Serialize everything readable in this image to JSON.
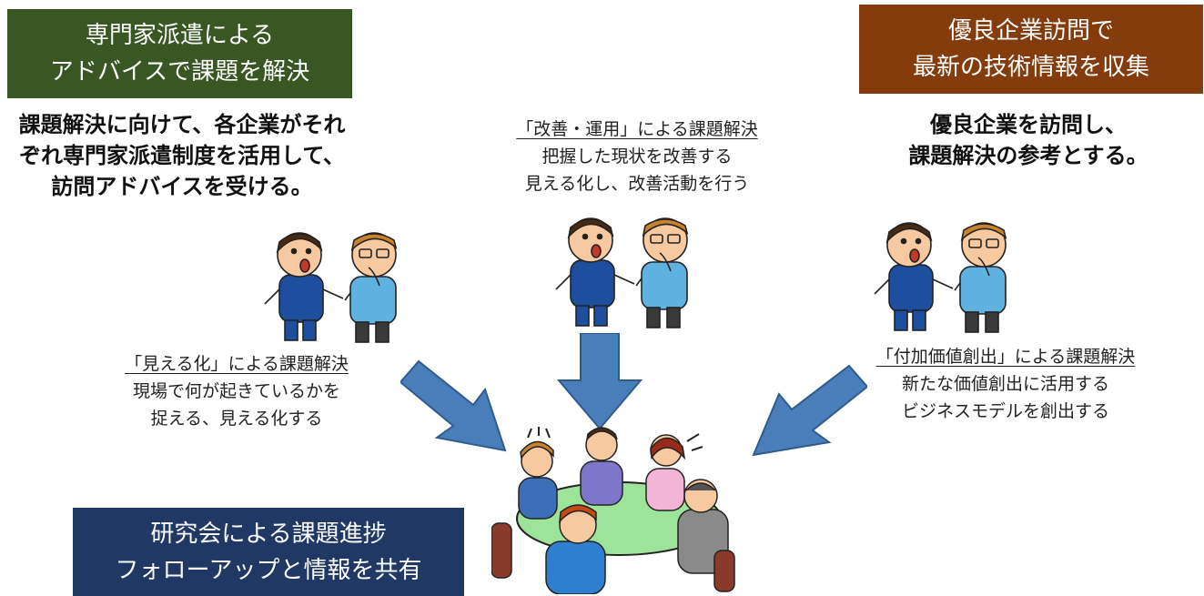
{
  "boxes": {
    "dispatch": {
      "line1": "専門家派遣による",
      "line2": "アドバイスで課題を解決",
      "color": "#385723"
    },
    "visit": {
      "line1": "優良企業訪問で",
      "line2": "最新の技術情報を収集",
      "color": "#843c0c"
    },
    "study": {
      "line1": "研究会による課題進捗",
      "line2": "フォローアップと情報を共有",
      "color": "#1f3864"
    }
  },
  "left_text": {
    "line1": "課題解決に向けて、各企業がそれ",
    "line2": "ぞれ専門家派遣制度を活用して、",
    "line3": "訪問アドバイスを受ける。"
  },
  "right_text": {
    "line1": "優良企業を訪問し、",
    "line2": "課題解決の参考とする。"
  },
  "captions": {
    "kaizen": {
      "head": "「改善・運用」による課題解決",
      "line1": "把握した現状を改善する",
      "line2": "見える化し、改善活動を行う"
    },
    "mieruka": {
      "head": "「見える化」による課題解決",
      "line1": "現場で何が起きているかを",
      "line2": "捉える、見える化する"
    },
    "fuka": {
      "head": "「付加価値創出」による課題解決",
      "line1": "新たな価値創出に活用する",
      "line2": "ビジネスモデルを創出する"
    }
  },
  "icons": {
    "consult": "two-businessmen-consulting-illustration",
    "meeting": "group-meeting-illustration",
    "arrow": "blue-arrow"
  },
  "colors": {
    "arrow_fill": "#4a7ebb",
    "arrow_stroke": "#2f5a8c",
    "suit": "#1d4f9e",
    "shirt": "#5fb1e0",
    "skin": "#f7c9a0",
    "table": "#9ee39a"
  }
}
